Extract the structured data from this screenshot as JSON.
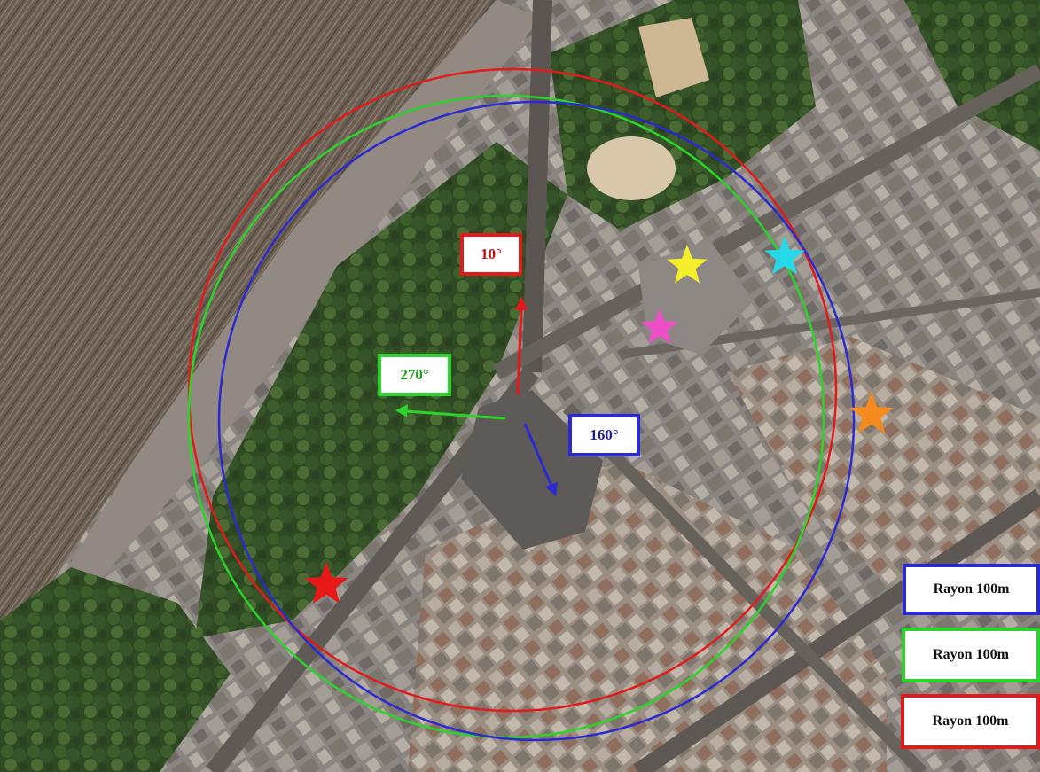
{
  "map": {
    "antenna": {
      "directions": [
        {
          "label": "10°",
          "color": "#e21a1a"
        },
        {
          "label": "270°",
          "color": "#2bd42b"
        },
        {
          "label": "160°",
          "color": "#2a2ad0"
        }
      ]
    },
    "circles": [
      {
        "color": "#e21a1a"
      },
      {
        "color": "#2bd42b"
      },
      {
        "color": "#2a2ad0"
      }
    ],
    "markers": [
      {
        "icon": "star-icon",
        "color": "#f5ee2a"
      },
      {
        "icon": "star-icon",
        "color": "#26d8e8"
      },
      {
        "icon": "star-icon",
        "color": "#ee4fc8"
      },
      {
        "icon": "star-icon",
        "color": "#f58a1e"
      },
      {
        "icon": "star-icon",
        "color": "#e81818"
      }
    ]
  },
  "legend": {
    "items": [
      {
        "label": "Rayon 100m",
        "color": "#2a2ad0"
      },
      {
        "label": "Rayon 100m",
        "color": "#2bd42b"
      },
      {
        "label": "Rayon 100m",
        "color": "#e21a1a"
      }
    ]
  }
}
